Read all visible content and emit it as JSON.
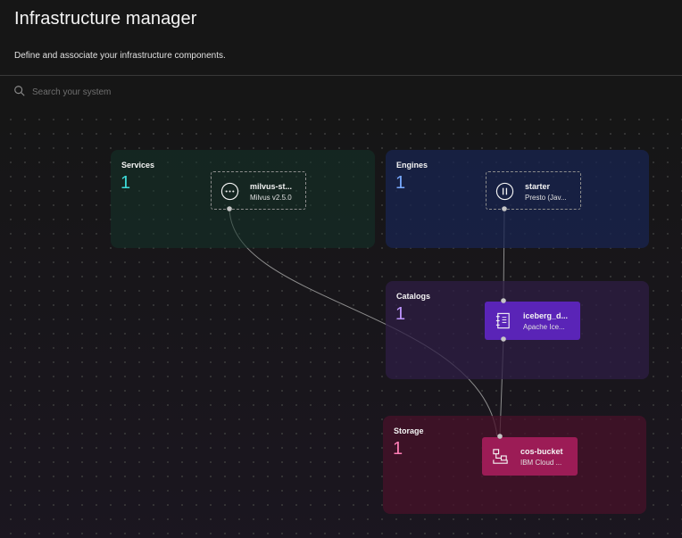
{
  "header": {
    "title": "Infrastructure manager",
    "subtitle": "Define and associate your infrastructure components."
  },
  "search": {
    "icon": "search-icon",
    "placeholder": "Search your system"
  },
  "groups": {
    "services": {
      "label": "Services",
      "count": "1",
      "accent": "#3ddbd9"
    },
    "engines": {
      "label": "Engines",
      "count": "1",
      "accent": "#78a9ff"
    },
    "catalogs": {
      "label": "Catalogs",
      "count": "1",
      "accent": "#be95ff"
    },
    "storage": {
      "label": "Storage",
      "count": "1",
      "accent": "#ff7eb6"
    }
  },
  "nodes": {
    "milvus": {
      "name": "milvus-st...",
      "sub": "Milvus v2.5.0",
      "icon": "more-horizontal-icon"
    },
    "starter": {
      "name": "starter",
      "sub": "Presto (Jav...",
      "icon": "pause-icon"
    },
    "iceberg": {
      "name": "iceberg_d...",
      "sub": "Apache Ice...",
      "icon": "notebook-icon",
      "color": "#5a24b7"
    },
    "cos": {
      "name": "cos-bucket",
      "sub": "IBM Cloud ...",
      "icon": "storage-bucket-icon",
      "color": "#9c1c56"
    }
  }
}
